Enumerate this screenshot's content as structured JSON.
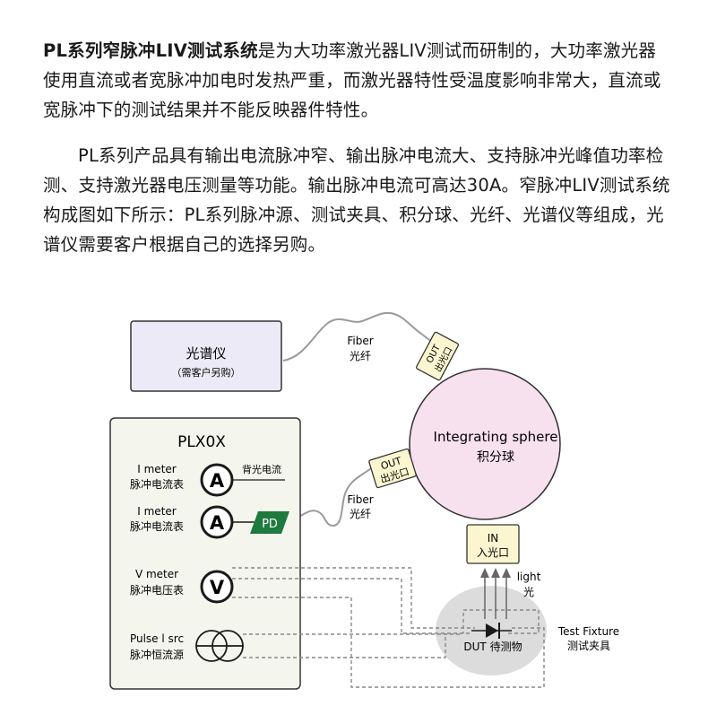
{
  "intro": {
    "p1_bold": "PL系列窄脉冲LIV测试系统",
    "p1_rest": "是为大功率激光器LIV测试而研制的，大功率激光器使用直流或者宽脉冲加电时发热严重，而激光器特性受温度影响非常大，直流或宽脉冲下的测试结果并不能反映器件特性。",
    "p2": "PL系列产品具有输出电流脉冲窄、输出脉冲电流大、支持脉冲光峰值功率检测、支持激光器电压测量等功能。输出脉冲电流可高达30A。窄脉冲LIV测试系统构成图如下所示：PL系列脉冲源、测试夹具、积分球、光纤、光谱仪等组成，光谱仪需要客户根据自己的选择另购。"
  },
  "diagram": {
    "spectrometer": {
      "title": "光谱仪",
      "note": "（需客户另购）"
    },
    "fiber_top": {
      "en": "Fiber",
      "zh": "光纤"
    },
    "fiber_mid": {
      "en": "Fiber",
      "zh": "光纤"
    },
    "port_out_top": {
      "en": "OUT",
      "zh": "出光口"
    },
    "port_out_left": {
      "en": "OUT",
      "zh": "出光口"
    },
    "port_in": {
      "en": "IN",
      "zh": "入光口"
    },
    "sphere": {
      "en": "Integrating sphere",
      "zh": "积分球"
    },
    "plx": {
      "title": "PLX0X",
      "i_meter1": {
        "en": "I meter",
        "zh": "脉冲电流表",
        "symbol": "A",
        "tag": "背光电流"
      },
      "i_meter2": {
        "en": "I meter",
        "zh": "脉冲电流表",
        "symbol": "A",
        "pd": "PD"
      },
      "v_meter": {
        "en": "V meter",
        "zh": "脉冲电压表",
        "symbol": "V"
      },
      "pulse_src": {
        "en": "Pulse l src",
        "zh": "脉冲恒流源"
      }
    },
    "light": {
      "en": "light",
      "zh": "光"
    },
    "dut": {
      "label": "DUT  待测物"
    },
    "fixture": {
      "en": "Test Fixture",
      "zh": "测试夹具"
    },
    "colors": {
      "spectrometer_fill": "#ECEAF6",
      "plx_fill": "#F4F6EE",
      "sphere_fill": "#F8E1EE",
      "port_fill": "#FBF6CF",
      "pd_fill": "#1E7A3E",
      "fixture_fill": "#DCDCDC",
      "stroke": "#333333"
    }
  }
}
